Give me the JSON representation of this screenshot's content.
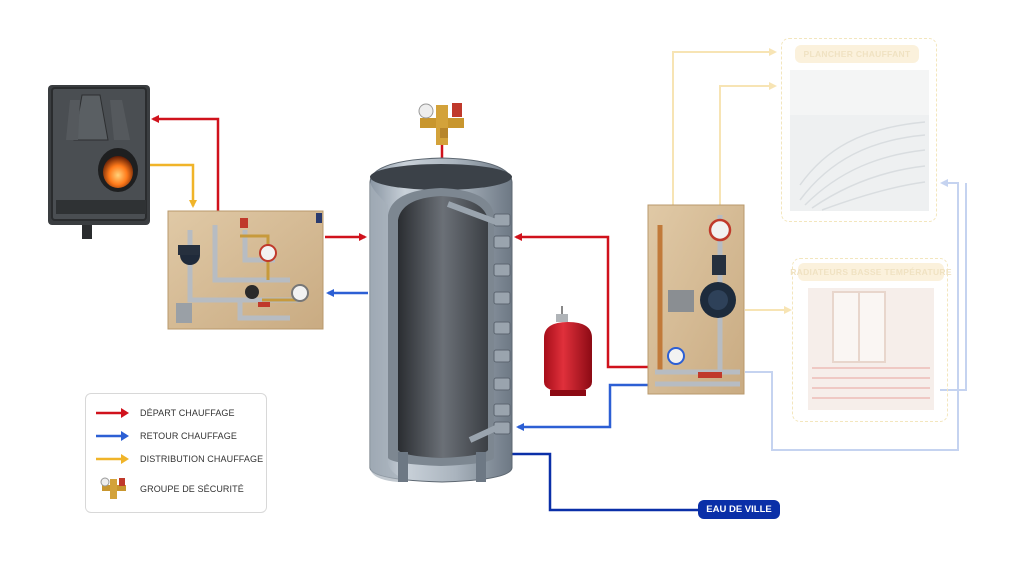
{
  "legend": {
    "items": [
      {
        "label": "DÉPART CHAUFFAGE",
        "color": "#d0121c"
      },
      {
        "label": "RETOUR CHAUFFAGE",
        "color": "#2c5fd4"
      },
      {
        "label": "DISTRIBUTION CHAUFFAGE",
        "color": "#f0b429"
      },
      {
        "label": "GROUPE DE SÉCURITÉ",
        "icon": "safety-group-icon"
      }
    ]
  },
  "labels": {
    "plancher": "PLANCHER CHAUFFANT",
    "radiateurs": "RADIATEURS BASSE TEMPÉRATURE",
    "eau_ville": "EAU DE VILLE"
  },
  "colors": {
    "depart": "#d0121c",
    "retour": "#2c5fd4",
    "distribution": "#f0b429",
    "eau_ville": "#0a2fa8",
    "faded_distribution": "#f7e4b4",
    "faded_retour": "#c5d3f0"
  },
  "icons": [
    "wood-stove-icon",
    "boiler-kit-icon",
    "buffer-tank-icon",
    "safety-group-icon",
    "expansion-vessel-icon",
    "mixing-kit-icon",
    "floor-heating-photo-icon",
    "radiator-photo-icon"
  ]
}
